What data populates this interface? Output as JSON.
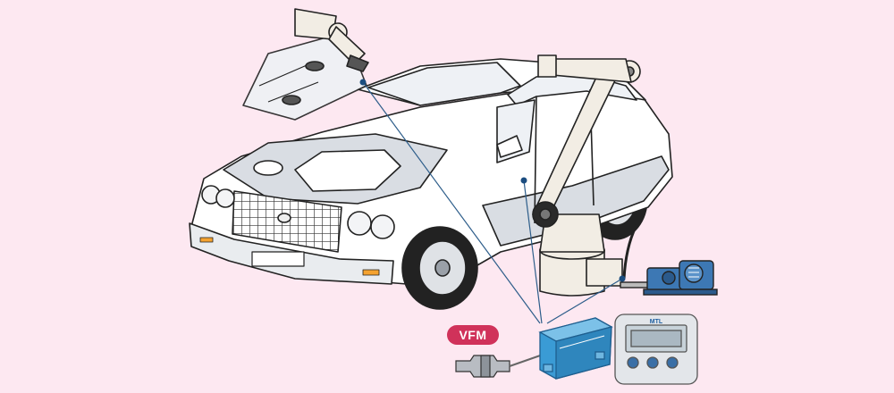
{
  "badge": {
    "label": "VFM",
    "color": "#d0325a"
  },
  "module_brand": "MTL",
  "colors": {
    "background": "#fde8f1",
    "outline": "#222222",
    "car_body": "#ffffff",
    "car_shadow": "#d9dde3",
    "robot": "#f2ede4",
    "pump": "#3d78b4",
    "module": "#3a9bd5",
    "connector_line": "#2d5d8a"
  },
  "icons": [
    "car-illustration",
    "robot-arm-icon",
    "gripper-robot-icon",
    "vacuum-pump-icon",
    "sensor-probe-icon",
    "din-rail-module-icon",
    "digital-indicator-icon"
  ]
}
